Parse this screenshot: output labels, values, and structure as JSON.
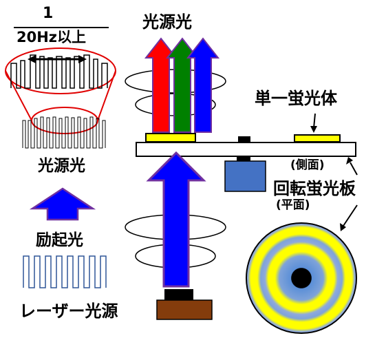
{
  "labels": {
    "period_numerator": "1",
    "period_denominator": "20Hz以上",
    "source_light_top": "光源光",
    "source_light_left": "光源光",
    "excitation_light": "励起光",
    "laser_source": "レーザー光源",
    "single_phosphor": "単一蛍光体",
    "side_view": "(側面)",
    "rotating_phosphor_plate": "回転蛍光板",
    "plan_view": "(平面)"
  },
  "arrows": [
    {
      "name": "red-source-arrow",
      "color": "#ff0000"
    },
    {
      "name": "green-source-arrow",
      "color": "#008000"
    },
    {
      "name": "blue-source-arrow",
      "color": "#0000ff"
    },
    {
      "name": "excitation-arrow",
      "color": "#0000ff"
    }
  ],
  "colors": {
    "phosphor": "#ffff00",
    "motor": "#4472c4",
    "laser_housing": "#843c0c",
    "disc_outer": "#8faadc",
    "magnifier_outline": "#e00000",
    "waveform": "#2f5597"
  }
}
